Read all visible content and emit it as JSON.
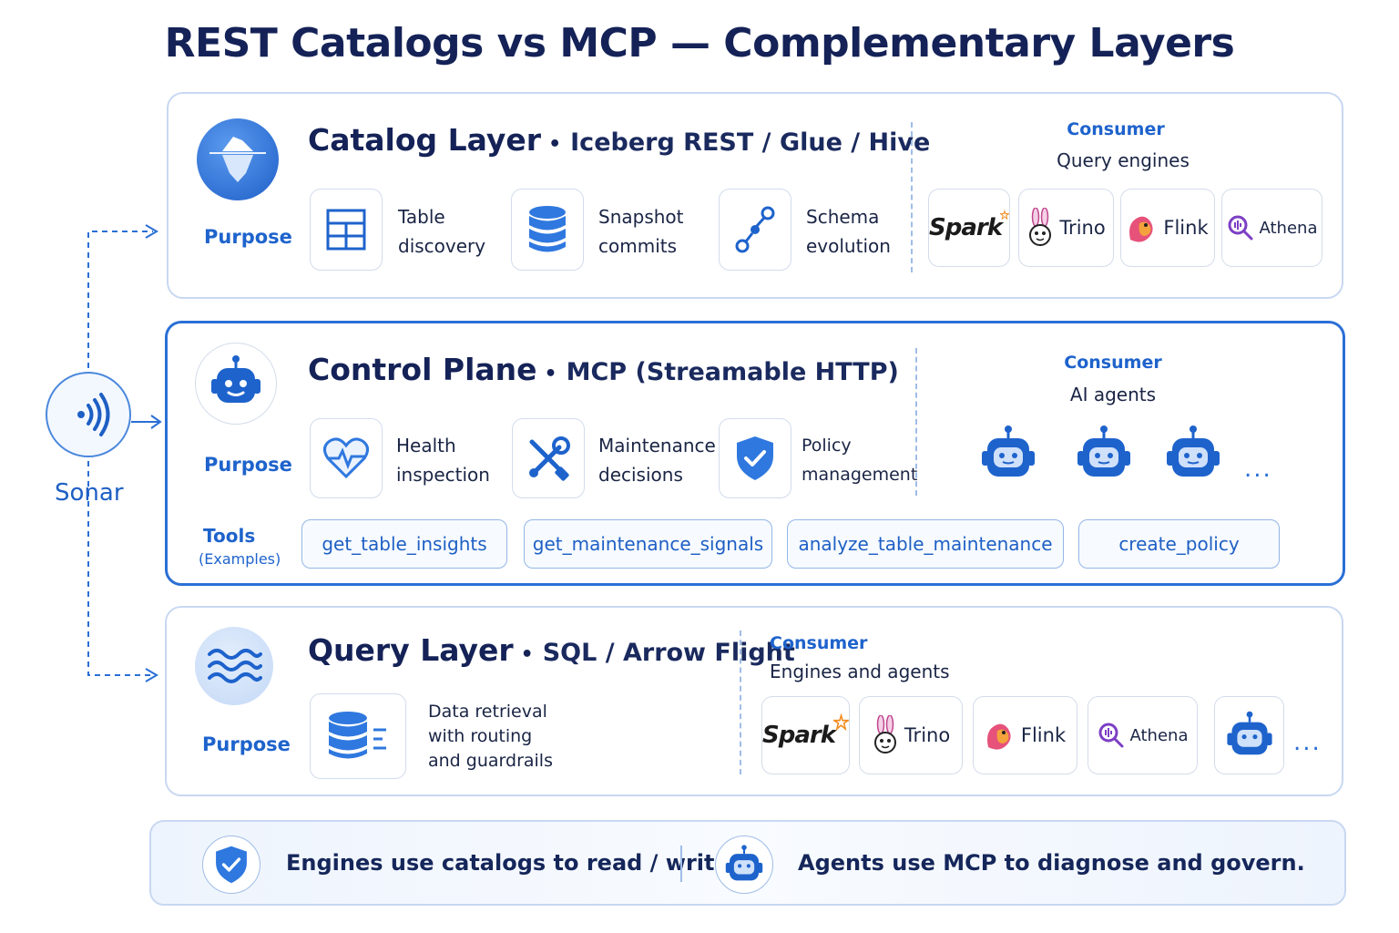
{
  "title": "REST Catalogs vs MCP — Complementary Layers",
  "colors": {
    "accent": "#1e63cc",
    "navy": "#142257",
    "border": "#c8d8f2",
    "active_border": "#2a6fd6"
  },
  "sonar": {
    "label": "Sonar",
    "icon": "wireless-signal-icon"
  },
  "catalog": {
    "title": "Catalog Layer",
    "subtitle": "Iceberg REST / Glue / Hive",
    "purpose": "Purpose",
    "icon": "iceberg-icon",
    "features": [
      {
        "icon": "table-grid-icon",
        "line1": "Table",
        "line2": "discovery"
      },
      {
        "icon": "database-icon",
        "line1": "Snapshot",
        "line2": "commits"
      },
      {
        "icon": "schema-evolution-icon",
        "line1": "Schema",
        "line2": "evolution"
      }
    ],
    "consumer_heading": "Consumer",
    "consumer_text": "Query engines",
    "engines": [
      {
        "label": "Spark",
        "icon": "spark-logo-icon"
      },
      {
        "label": "Trino",
        "icon": "trino-bunny-icon"
      },
      {
        "label": "Flink",
        "icon": "flink-squirrel-icon"
      },
      {
        "label": "Athena",
        "icon": "athena-search-icon"
      }
    ]
  },
  "control": {
    "title": "Control Plane",
    "subtitle": "MCP (Streamable HTTP)",
    "purpose": "Purpose",
    "icon": "robot-icon",
    "features": [
      {
        "icon": "heart-pulse-icon",
        "line1": "Health",
        "line2": "inspection"
      },
      {
        "icon": "wrench-screwdriver-icon",
        "line1": "Maintenance",
        "line2": "decisions"
      },
      {
        "icon": "shield-check-icon",
        "line1": "Policy",
        "line2": "management"
      }
    ],
    "consumer_heading": "Consumer",
    "consumer_text": "AI agents",
    "ellipsis": "...",
    "tools_label": "Tools",
    "tools_sub": "(Examples)",
    "tools": [
      "get_table_insights",
      "get_maintenance_signals",
      "analyze_table_maintenance",
      "create_policy"
    ]
  },
  "query": {
    "title": "Query Layer",
    "subtitle": "SQL / Arrow Flight",
    "purpose": "Purpose",
    "icon": "waves-icon",
    "feature": {
      "icon": "database-routing-icon",
      "line1": "Data retrieval",
      "line2": "with routing",
      "line3": "and guardrails"
    },
    "consumer_heading": "Consumer",
    "consumer_text": "Engines and agents",
    "engines": [
      {
        "label": "Spark",
        "icon": "spark-logo-icon"
      },
      {
        "label": "Trino",
        "icon": "trino-bunny-icon"
      },
      {
        "label": "Flink",
        "icon": "flink-squirrel-icon"
      },
      {
        "label": "Athena",
        "icon": "athena-search-icon"
      }
    ],
    "ellipsis": "..."
  },
  "footer": {
    "left_text": "Engines use catalogs to read / write.",
    "right_text": "Agents use MCP to diagnose and govern."
  }
}
